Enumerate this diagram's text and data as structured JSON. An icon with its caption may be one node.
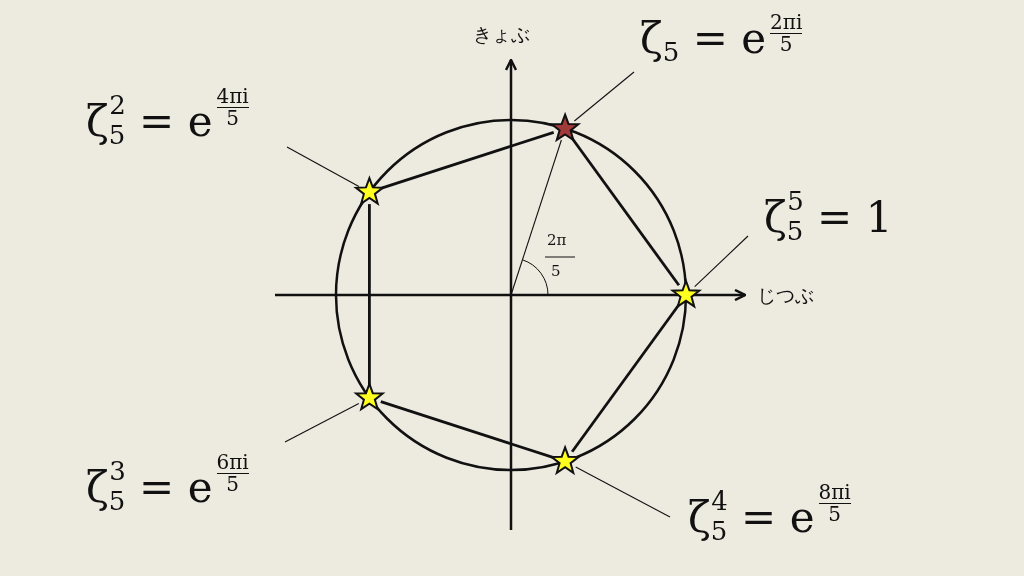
{
  "diagram": {
    "nodes": [
      {
        "text": [
          "ζ$_{5}$ = e",
          "2πi",
          "5"
        ]
      },
      {
        "text": [
          "ζ$_{5}$$^{2}$ = e",
          "4πi",
          "5"
        ]
      },
      {
        "text": [],
        "shape": "star"
      },
      {
        "text": [],
        "shape": "star"
      },
      {
        "text": [
          "ζ$_{5}$$^{5}$ = 1"
        ]
      },
      {
        "text": [],
        "shape": "star"
      },
      {
        "text": [],
        "shape": "star"
      },
      {
        "text": [],
        "shape": "star"
      },
      {
        "text": [
          "ζ$_{5}$$^{3}$ = e",
          "6πi",
          "5"
        ]
      },
      {
        "text": [
          "ζ$_{5}$$^{4}$ = e",
          "8πi",
          "5"
        ]
      }
    ],
    "edges": [
      {
        "from": 3,
        "to": 2,
        "arrow": "none",
        "style": "thick"
      },
      {
        "from": 2,
        "to": 5,
        "arrow": "none",
        "style": "thick"
      },
      {
        "from": 5,
        "to": 7,
        "arrow": "none",
        "style": "thick"
      },
      {
        "from": 7,
        "to": 6,
        "arrow": "none",
        "style": "thick"
      },
      {
        "from": 6,
        "to": 3,
        "arrow": "none",
        "style": "thick"
      },
      {
        "from": 0,
        "to": 2,
        "arrow": "none"
      },
      {
        "from": 1,
        "to": 3,
        "arrow": "none"
      },
      {
        "from": 4,
        "to": 5,
        "arrow": "none"
      },
      {
        "from": 8,
        "to": 6,
        "arrow": "none"
      },
      {
        "from": 9,
        "to": 7,
        "arrow": "none"
      },
      {
        "from": null,
        "to": 2,
        "arrow": "none"
      }
    ],
    "labels": [
      "きょぶ",
      "じつぶ",
      "2π",
      "5"
    ]
  }
}
